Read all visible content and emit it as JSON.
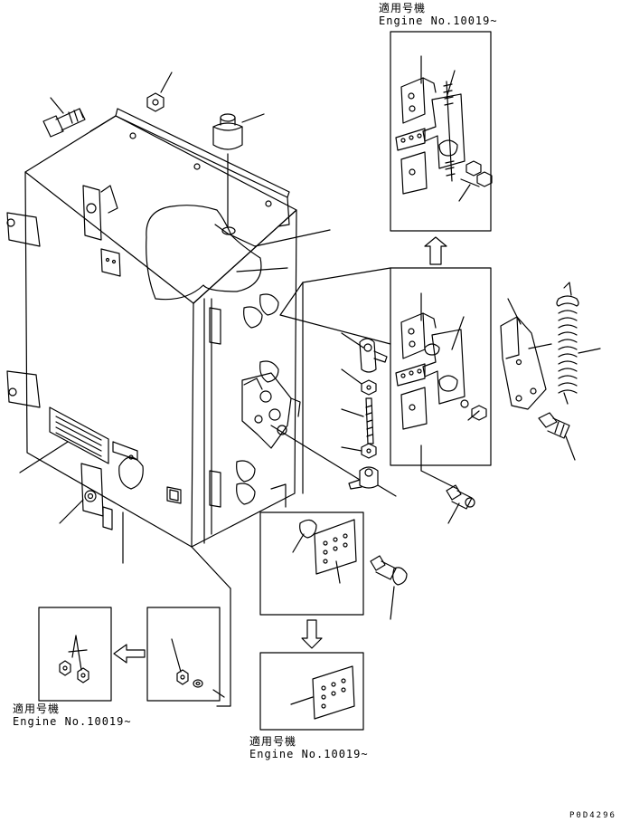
{
  "applicability_note": {
    "top": {
      "line1": "適用号機",
      "line2": "Engine No.10019~"
    },
    "bottom_left": {
      "line1": "適用号機",
      "line2": "Engine No.10019~"
    },
    "bottom_center": {
      "line1": "適用号機",
      "line2": "Engine No.10019~"
    }
  },
  "drawing_code": "P0D4296",
  "colors": {
    "line": "#000000",
    "paper": "#ffffff"
  }
}
